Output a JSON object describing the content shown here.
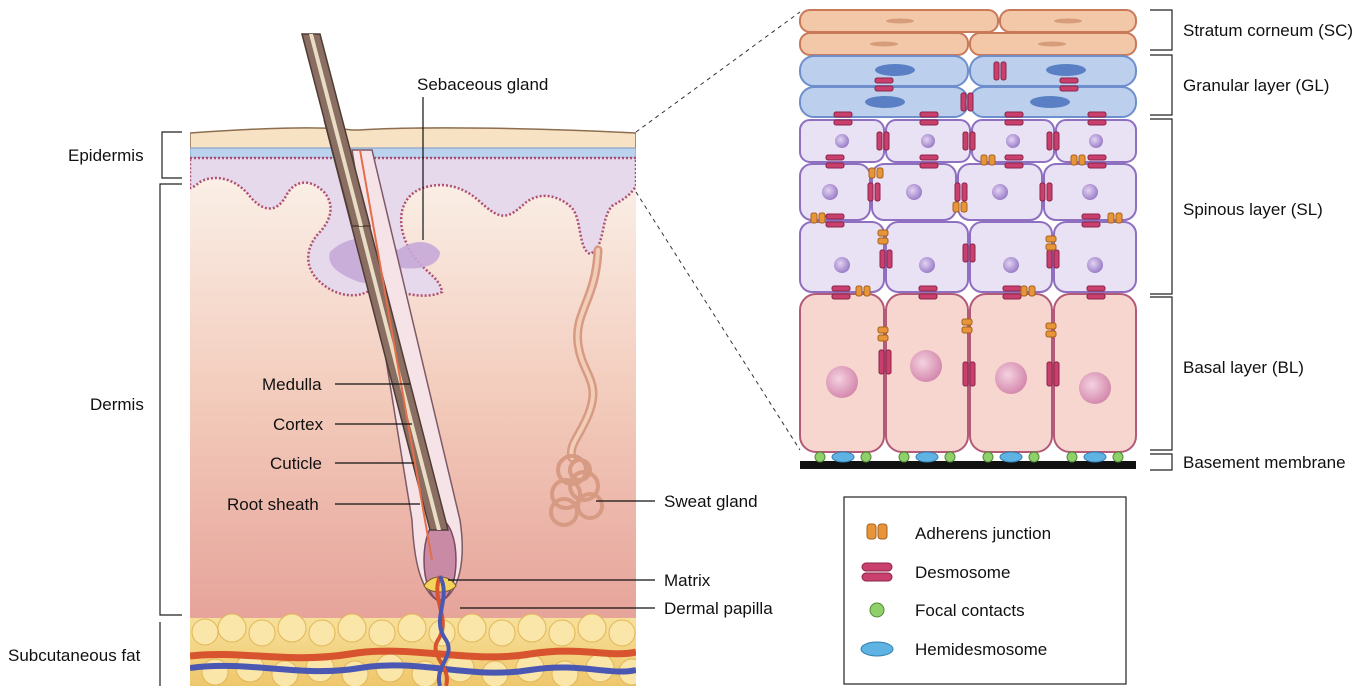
{
  "left_labels": {
    "epidermis": "Epidermis",
    "dermis": "Dermis",
    "subcutaneous_fat": "Subcutaneous fat"
  },
  "hair_labels": {
    "sebaceous_gland": "Sebaceous gland",
    "medulla": "Medulla",
    "cortex": "Cortex",
    "cuticle": "Cuticle",
    "root_sheath": "Root sheath",
    "sweat_gland": "Sweat gland",
    "matrix": "Matrix",
    "dermal_papilla": "Dermal papilla"
  },
  "layer_labels": {
    "stratum_corneum": "Stratum corneum (SC)",
    "granular_layer": "Granular layer (GL)",
    "spinous_layer": "Spinous layer (SL)",
    "basal_layer": "Basal layer (BL)",
    "basement_membrane": "Basement membrane"
  },
  "legend": {
    "items": [
      {
        "label": "Adherens junction",
        "icon": "adherens-junction-icon",
        "color": "#e8953a"
      },
      {
        "label": "Desmosome",
        "icon": "desmosome-icon",
        "color": "#c9406e"
      },
      {
        "label": "Focal contacts",
        "icon": "focal-contact-icon",
        "color": "#8fd06a"
      },
      {
        "label": "Hemidesmosome",
        "icon": "hemidesmosome-icon",
        "color": "#5fb3e3"
      }
    ]
  },
  "colors": {
    "corneum": "#f2c8a8",
    "granular": "#b8cdee",
    "spinous": "#e4dcf2",
    "basal": "#f3cfc8",
    "dermis_top": "#f9eee6",
    "dermis_bottom": "#e7a49c",
    "fat": "#f4d37a",
    "artery": "#d8542e",
    "vein": "#4a57b3"
  }
}
